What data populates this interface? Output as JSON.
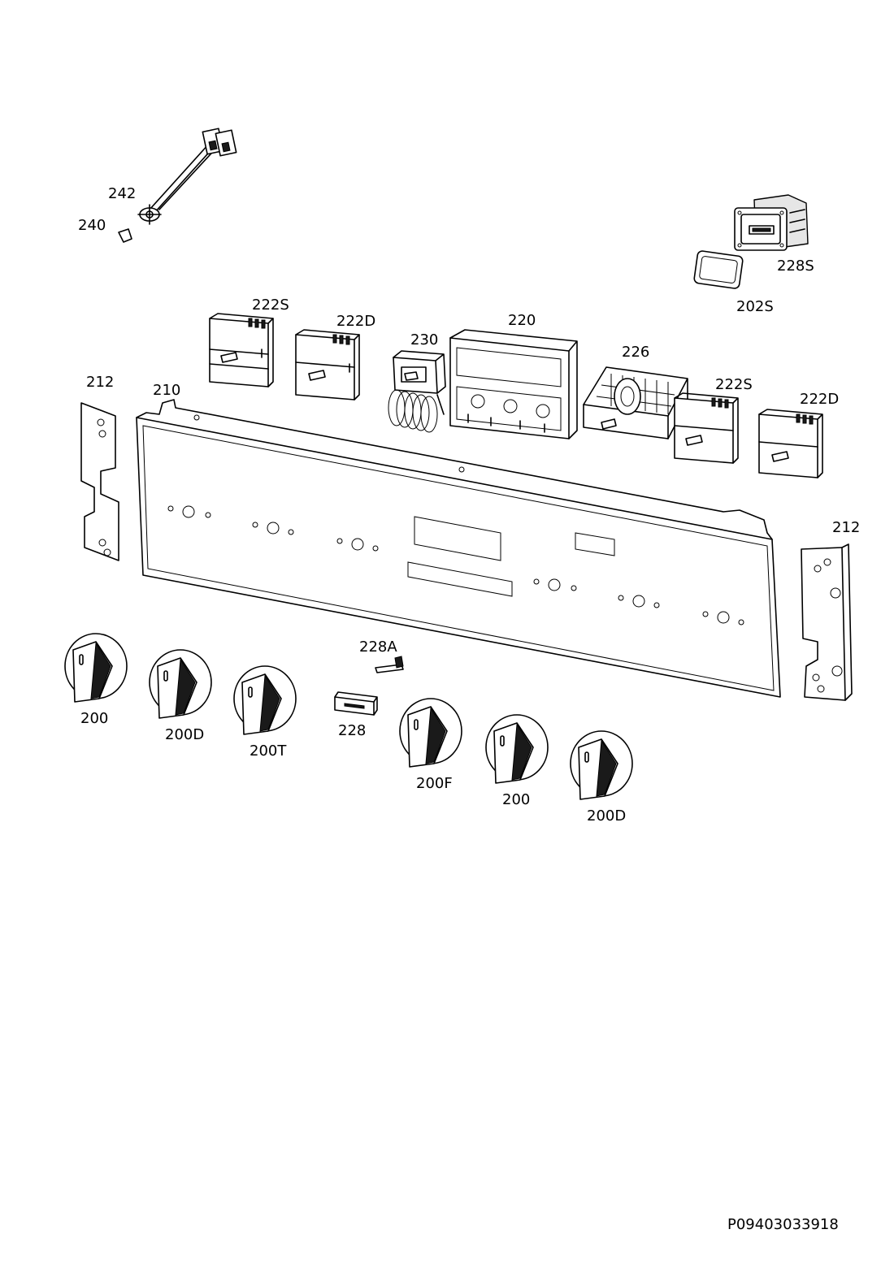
{
  "labels": {
    "p242": "242",
    "p240": "240",
    "p228S": "228S",
    "p202S": "202S",
    "p222S_a": "222S",
    "p222D_a": "222D",
    "p230": "230",
    "p220": "220",
    "p226": "226",
    "p222S_b": "222S",
    "p222D_b": "222D",
    "p212_a": "212",
    "p210": "210",
    "p212_b": "212",
    "p228A": "228A",
    "p228": "228",
    "p200_a": "200",
    "p200D_a": "200D",
    "p200T": "200T",
    "p200F": "200F",
    "p200_b": "200",
    "p200D_b": "200D"
  },
  "document_code": "P09403033918"
}
